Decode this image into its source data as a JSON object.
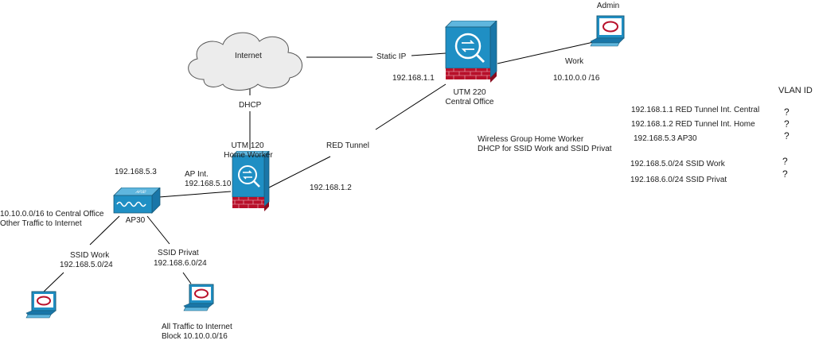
{
  "devices": {
    "internet": {
      "label": "Internet"
    },
    "utm220": {
      "label_line1": "UTM 220",
      "label_line2": "Central Office"
    },
    "utm120": {
      "label_line1": "UTM 120",
      "label_line2": "Home Worker"
    },
    "ap30": {
      "label": "AP30",
      "badge": "AP30"
    },
    "admin": {
      "label": "Admin"
    }
  },
  "links": {
    "static_ip": "Static IP",
    "dhcp": "DHCP",
    "red_tunnel": "RED Tunnel",
    "work": "Work",
    "work_net": "10.10.0.0 /16",
    "ip_central": "192.168.1.1",
    "ip_home": "192.168.1.2",
    "ap_int_label": "AP Int.",
    "ap_int_ip": "192.168.5.10",
    "ap30_ip": "192.168.5.3"
  },
  "notes": {
    "ap30_line1": "10.10.0.0/16 to Central Office",
    "ap30_line2": "Other Traffic to Internet",
    "ssid_work": "SSID Work",
    "ssid_work_net": "192.168.5.0/24",
    "ssid_privat": "SSID Privat",
    "ssid_privat_net": "192.168.6.0/24",
    "privat_line1": "All Traffic to Internet",
    "privat_line2": "Block 10.10.0.0/16",
    "wireless_line1": "Wireless Group Home Worker",
    "wireless_line2": "DHCP for SSID Work and SSID Privat"
  },
  "vlan_table": {
    "title": "VLAN ID",
    "rows": [
      {
        "text": "192.168.1.1  RED Tunnel Int. Central",
        "vlan": "?"
      },
      {
        "text": "192.168.1.2  RED Tunnel Int. Home",
        "vlan": "?"
      },
      {
        "text": "192.168.5.3    AP30",
        "vlan": "?"
      },
      {
        "text": "192.168.5.0/24  SSID Work",
        "vlan": "?"
      },
      {
        "text": "192.168.6.0/24  SSID Privat",
        "vlan": "?"
      }
    ]
  },
  "colors": {
    "device_blue": "#1f8fc4",
    "firewall_red": "#b8102a",
    "line": "#000000"
  }
}
